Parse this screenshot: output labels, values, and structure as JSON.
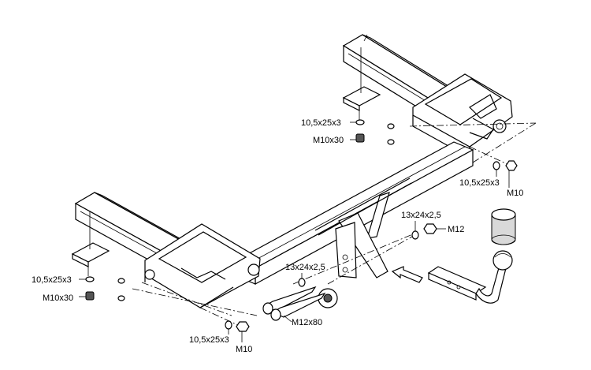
{
  "labels": {
    "washer_top": "10,5x25x3",
    "bolt_top": "M10x30",
    "washer_right": "10,5x25x3",
    "nut_right": "M10",
    "washer_m12": "13x24x2,5",
    "nut_m12": "M12",
    "washer_left": "10,5x25x3",
    "bolt_left": "M10x30",
    "washer_mid": "13x24x2,5",
    "bolt_m12": "M12x80",
    "washer_bottom": "10,5x25x3",
    "nut_bottom": "M10"
  }
}
